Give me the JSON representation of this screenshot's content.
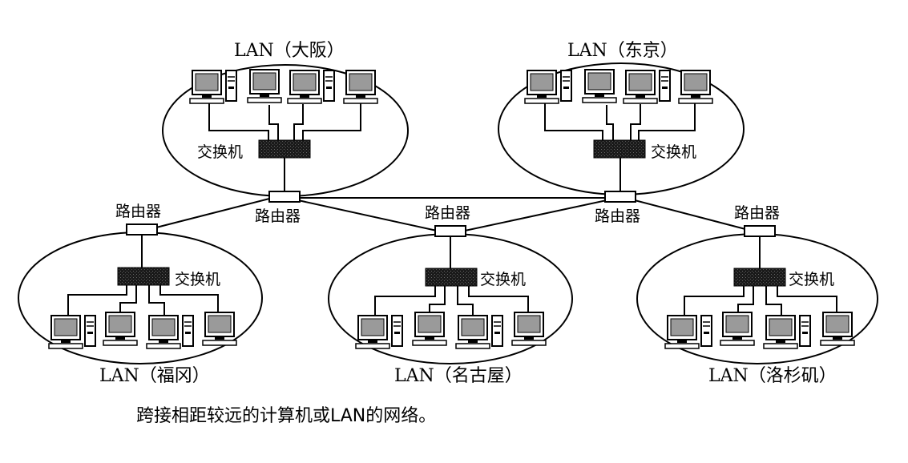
{
  "labels": {
    "router": "路由器",
    "switch": "交换机"
  },
  "lans": [
    {
      "name": "LAN（大阪）"
    },
    {
      "name": "LAN（东京）"
    },
    {
      "name": "LAN（福冈）"
    },
    {
      "name": "LAN（名古屋）"
    },
    {
      "name": "LAN（洛杉矶）"
    }
  ],
  "caption": "跨接相距较远的计算机或LAN的网络。",
  "colors": {
    "ink": "#000000",
    "screen": "#9a9a9a",
    "switch_fill": "#1a1a1a"
  }
}
